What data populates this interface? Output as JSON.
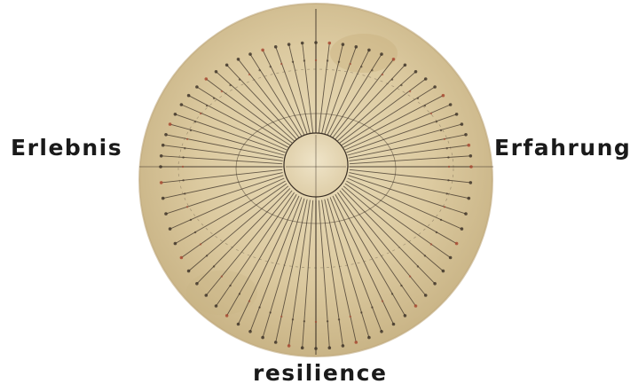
{
  "labels": {
    "left": "Erlebnis",
    "right": "Erfahrung",
    "bottom": "resilience"
  },
  "colors": {
    "disc_outer": "#cfbb8f",
    "disc_inner": "#e6d8b4",
    "disc_edge": "#d9c9a1",
    "ink": "#3a2f25",
    "red_ink": "#a8452e",
    "text": "#1a1a1a"
  },
  "diagram": {
    "ray_count": 72,
    "image_type": "antique-sundial-style radial disc"
  }
}
